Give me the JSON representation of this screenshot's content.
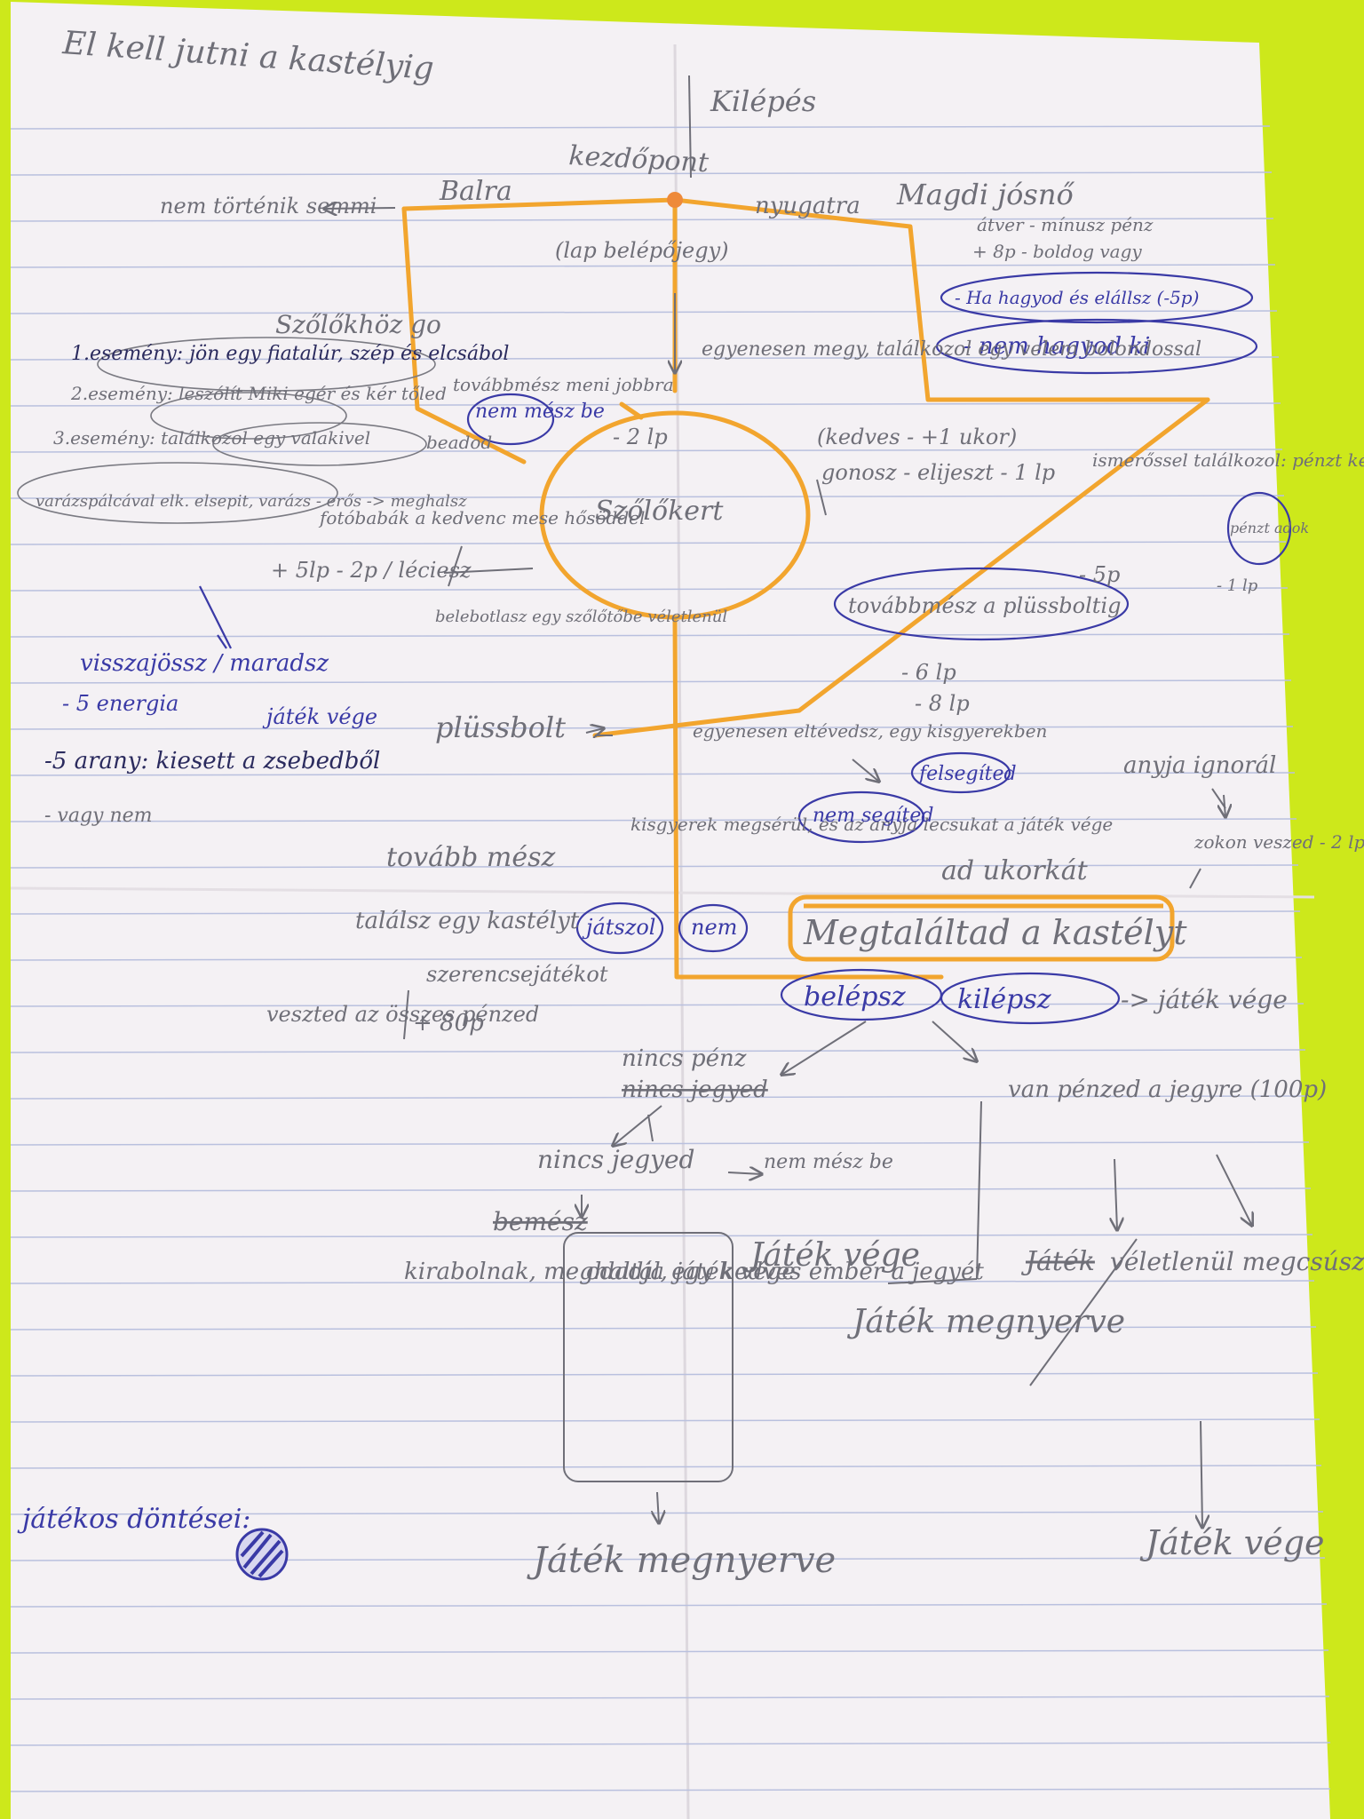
{
  "colors": {
    "table": "#cde81b",
    "paper": "#f4f1f4",
    "line": "#b9c0de",
    "path": "#f2a52e",
    "pencil": "#6f6f78",
    "pen": "#3a3aa6"
  },
  "notes": {
    "title": "El kell jutni a kastélyig",
    "kilepes_top": "Kilépés",
    "kezdopont": "kezdőpont",
    "nem_tortenik": "nem történik semmi",
    "balra": "Balra",
    "lap_belepojegy": "(lap belépőjegy)",
    "nyugatra": "nyugatra",
    "magdi": "Magdi jósnő",
    "atver": "átver - mínusz pénz",
    "boldog": "+ 8p - boldog vagy",
    "hagyod": "- Ha hagyod és elállsz (-5p)",
    "nem_hagyod": "- nem hagyod ki",
    "szolokhoz": "Szőlőkhöz go",
    "esemeny1": "1.esemény: jön egy fiatalúr, szép és elcsábol",
    "esemeny2": "2.esemény: leszólít Miki egér és kér tőled",
    "esemeny3": "3.esemény: találkozol egy valakivel",
    "varazs": "varázspálcával elk. elsepit, varázs - erős -> meghalsz",
    "tovabbmesz": "továbbmész meni jobbra",
    "nem_mesz": "nem mész be",
    "minus2lp": "- 2 lp",
    "beadod": "beadod",
    "fotobabak": "fotóbabák a kedvenc mese hősöddel",
    "plus5lp": "+ 5lp - 2p / léciesz",
    "szolokert": "Szőlőkert",
    "egyenesen": "egyenesen megy, találkozol egy velem bolondossal",
    "kedves": "(kedves - +1 ukor)",
    "gonosz": "gonosz - elijeszt - 1 lp",
    "jsmeros": "ismerőssel találkozol: pénzt kér",
    "penz_adok": "pénzt adok",
    "minus5p": "- 5p",
    "minus1lp": "- 1 lp",
    "tovabbmesz_plussbolt": "továbbmész a plüssboltig",
    "belebotlasz": "belebotlasz egy szőlőtőbe véletlenül",
    "visszajossz": "visszajössz / maradsz",
    "energia": "- 5 energia",
    "jatek_vege_blue": "játék vége",
    "arany": "-5 arany: kiesett a zsebedből",
    "vagy_nem": "- vagy nem",
    "plussbolt": "plüssbolt",
    "minus6lp": "- 6 lp",
    "minus8lp": "- 8 lp",
    "eltevedsz": "egyenesen eltévedsz, egy kisgyerekben",
    "felsegited": "felsegíted",
    "anyja_ignoral": "anyja ignorál",
    "kisgyerek": "kisgyerek megsérül, és az anyja lecsukat a játék vége",
    "nem_segited": "nem segíted",
    "ad_ukorkat": "ad ukorkát",
    "zokon": "zokon veszed - 2 lp",
    "tovabb_mesz": "tovább mész",
    "talalsz": "találsz egy kastélyt",
    "jatszol": "játszol",
    "nem2": "nem",
    "szerencsejatekot": "szerencsejátékot",
    "megtalaltad": "Megtaláltad a kastélyt",
    "belepsz": "belépsz",
    "kilepsz": "kilépsz",
    "jatek_vege_r": "-> játék vége",
    "veszted": "veszted az összes pénzed",
    "plus80p": "+ 80p",
    "nincs_penz": "nincs pénz",
    "nincs_jegyed_strike": "nincs jegyed",
    "van_penzed": "van pénzed a jegyre (100p)",
    "nincs_jegyed": "nincs jegyed",
    "nem_mesz_be": "nem mész be",
    "jatek_vege_mid": "Játék vége",
    "bemesz": "bemész",
    "kiratenak": "kirabolnak, meghaltál, játék vége",
    "odadja": "odadja egy kedves ember a jegyét",
    "jatek_megnyerve_mid": "Játék megnyerve",
    "jatek_strike": "Játék",
    "veletlenul": "véletlenül megcsúszol, ráesel a jegyre és elszakad",
    "jatekos_dontesei": "játékos döntései:",
    "jatek_megnyerve_bottom": "Játék megnyerve",
    "jatek_vege_bottom": "Játék vége"
  }
}
